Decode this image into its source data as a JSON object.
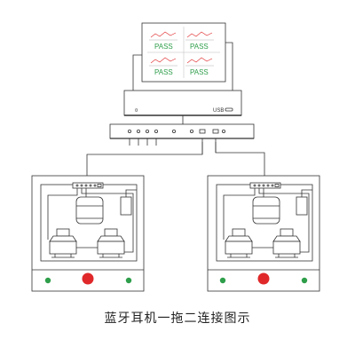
{
  "monitor": {
    "quadrants": [
      {
        "status": "PASS"
      },
      {
        "status": "PASS"
      },
      {
        "status": "PASS"
      },
      {
        "status": "PASS"
      }
    ]
  },
  "control_box": {
    "port_label": "USB",
    "left_mark": "¤"
  },
  "caption": "蓝牙耳机一拖二连接图示",
  "colors": {
    "pass": "#2e9e4a",
    "red_button": "#e0282a",
    "green_led": "#2e9e4a",
    "line": "#333333"
  }
}
